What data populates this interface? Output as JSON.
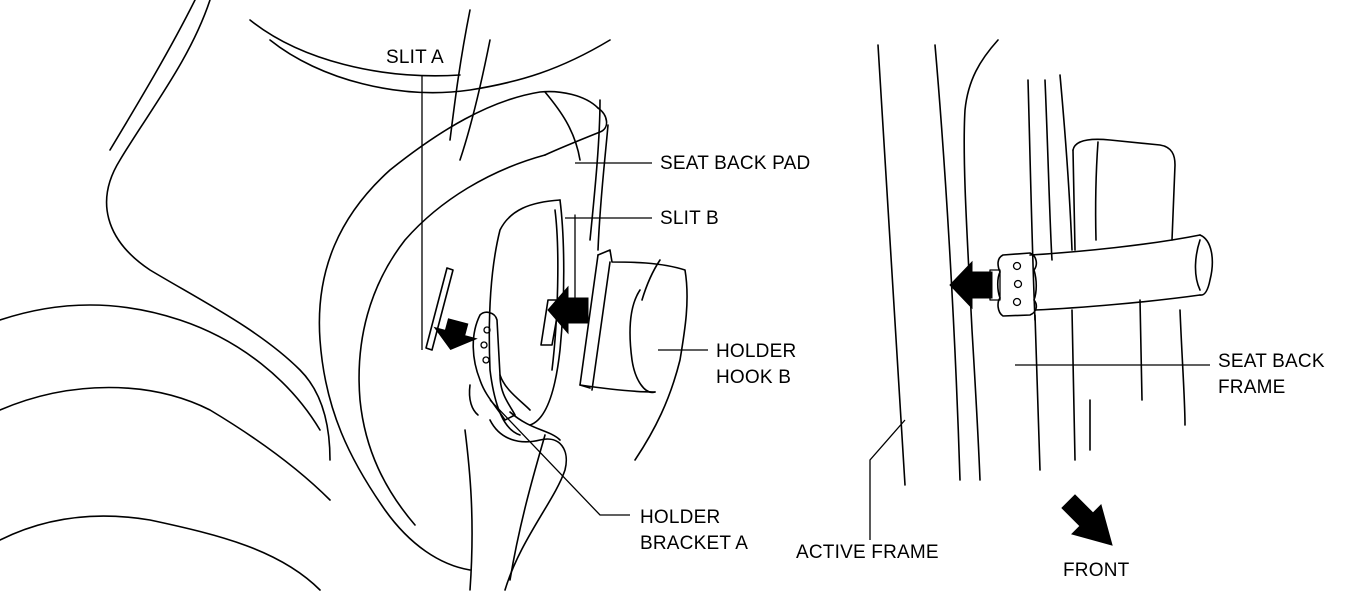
{
  "labels": {
    "slit_a": "SLIT A",
    "seat_back_pad": "SEAT BACK PAD",
    "slit_b": "SLIT B",
    "holder_hook_b_line1": "HOLDER",
    "holder_hook_b_line2": "HOOK B",
    "holder_bracket_a_line1": "HOLDER",
    "holder_bracket_a_line2": "BRACKET A",
    "seat_back_frame_line1": "SEAT BACK",
    "seat_back_frame_line2": "FRAME",
    "active_frame": "ACTIVE FRAME",
    "front": "FRONT"
  },
  "icons": {
    "direction_arrows": "solid-black-arrow",
    "front_arrow": "solid-black-diagonal-arrow"
  },
  "colors": {
    "line": "#000000",
    "background": "#ffffff"
  }
}
